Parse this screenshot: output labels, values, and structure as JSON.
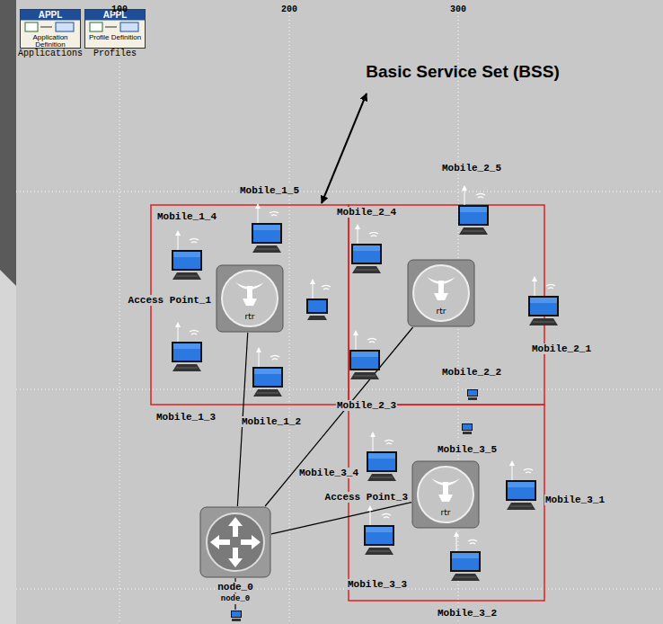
{
  "diagram": {
    "nodes": [
      {
        "text": [
          "APPL",
          "Application Definition",
          "Applications"
        ]
      },
      {
        "text": [
          "APPL",
          "Profile Definition",
          "Profiles"
        ]
      },
      {
        "text": [
          "Mobile_1_4"
        ]
      },
      {
        "text": [
          "Mobile_1_5"
        ]
      },
      {
        "text": [
          "Access Point_1",
          "rtr"
        ]
      },
      {
        "text": [
          "Mobile_1_3"
        ]
      },
      {
        "text": [
          "Mobile_1_2"
        ]
      },
      {
        "text": [
          "Mobile_2_5"
        ]
      },
      {
        "text": [
          "Mobile_2_4"
        ]
      },
      {
        "text": [
          "rtr"
        ]
      },
      {
        "text": [
          "Mobile_2_1"
        ]
      },
      {
        "text": [
          "Mobile_2_3"
        ]
      },
      {
        "text": [
          "Mobile_2_2"
        ]
      },
      {
        "text": [
          "Mobile_3_5"
        ]
      },
      {
        "text": [
          "Mobile_3_4"
        ]
      },
      {
        "text": [
          "Access Point_3",
          "rtr"
        ]
      },
      {
        "text": [
          "Mobile_3_1"
        ]
      },
      {
        "text": [
          "Mobile_3_3"
        ]
      },
      {
        "text": [
          "Mobile_3_2"
        ]
      },
      {
        "text": [
          "node_0"
        ]
      },
      {
        "text": [
          "node_0"
        ]
      }
    ],
    "edges": [
      {
        "from": 4,
        "to": 19,
        "arrow": "none"
      },
      {
        "from": 9,
        "to": 19,
        "arrow": "none"
      },
      {
        "from": 15,
        "to": 19,
        "arrow": "none"
      },
      {
        "from": 19,
        "to": 20,
        "arrow": "none"
      }
    ],
    "labels": [
      "100",
      "200",
      "300",
      "Basic Service Set (BSS)"
    ]
  }
}
